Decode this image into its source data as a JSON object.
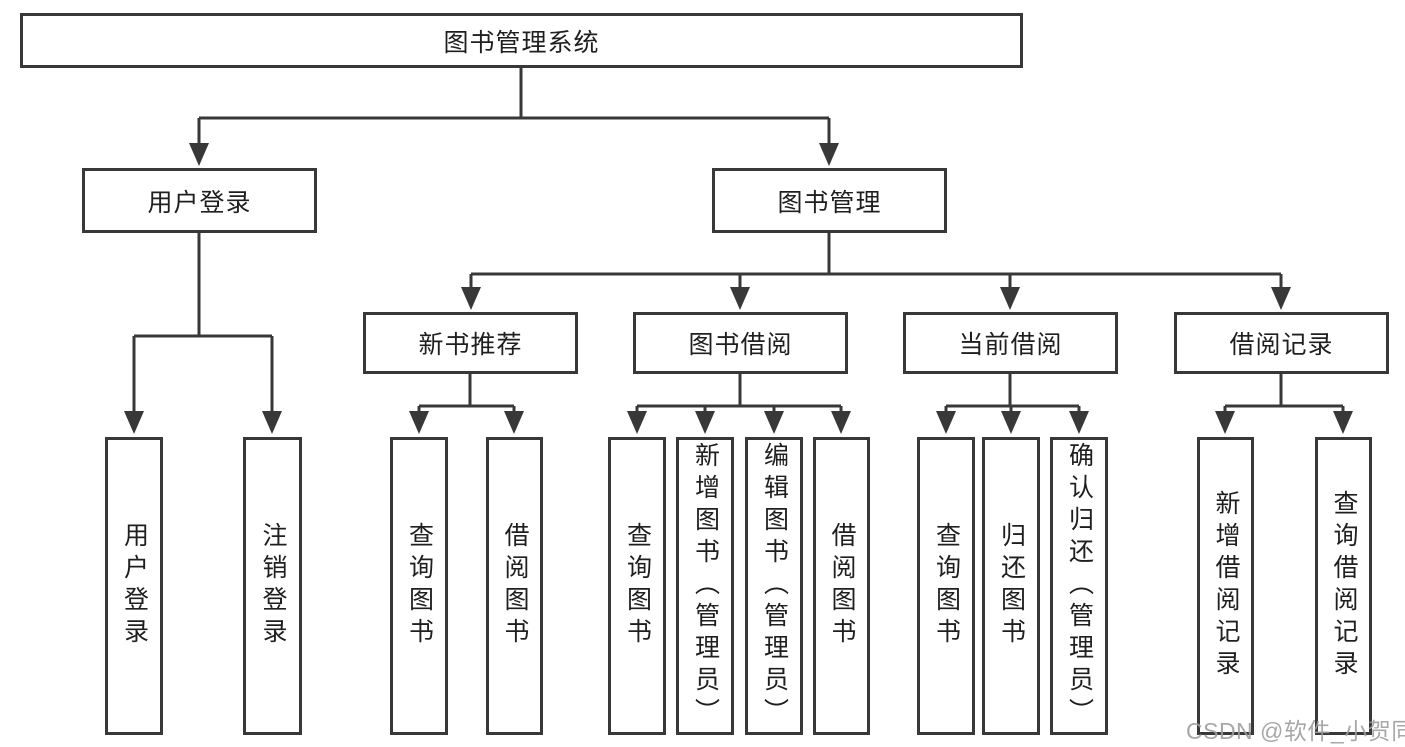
{
  "diagram": {
    "root": {
      "label": "图书管理系统"
    },
    "branches": {
      "user_login": {
        "label": "用户登录"
      },
      "book_mgmt": {
        "label": "图书管理"
      }
    },
    "modules": {
      "new_book_rec": {
        "label": "新书推荐"
      },
      "book_borrow": {
        "label": "图书借阅"
      },
      "current_borrow": {
        "label": "当前借阅"
      },
      "borrow_records": {
        "label": "借阅记录"
      }
    },
    "functions": {
      "user_login_login": {
        "label": "用户登录"
      },
      "user_login_logout": {
        "label": "注销登录"
      },
      "rec_query_books": {
        "label": "查询图书"
      },
      "rec_borrow_books": {
        "label": "借阅图书"
      },
      "bb_query_books": {
        "label": "查询图书"
      },
      "bb_add_books": {
        "label": "新增图书（管理员）"
      },
      "bb_edit_books": {
        "label": "编辑图书（管理员）"
      },
      "bb_borrow_books": {
        "label": "借阅图书"
      },
      "cb_query_books": {
        "label": "查询图书"
      },
      "cb_return_books": {
        "label": "归还图书"
      },
      "cb_confirm_return": {
        "label": "确认归还（管理员）"
      },
      "br_add_record": {
        "label": "新增借阅记录"
      },
      "br_query_record": {
        "label": "查询借阅记录"
      }
    },
    "hierarchy": {
      "图书管理系统": {
        "用户登录": [
          "用户登录",
          "注销登录"
        ],
        "图书管理": {
          "新书推荐": [
            "查询图书",
            "借阅图书"
          ],
          "图书借阅": [
            "查询图书",
            "新增图书（管理员）",
            "编辑图书（管理员）",
            "借阅图书"
          ],
          "当前借阅": [
            "查询图书",
            "归还图书",
            "确认归还（管理员）"
          ],
          "借阅记录": [
            "新增借阅记录",
            "查询借阅记录"
          ]
        }
      }
    },
    "colors": {
      "line": "#383838",
      "text": "#1f1f1f",
      "box_background": "#ffffff",
      "watermark": "#9e9e9e"
    }
  },
  "watermark": {
    "text": "CSDN @软件_小贺同学"
  }
}
